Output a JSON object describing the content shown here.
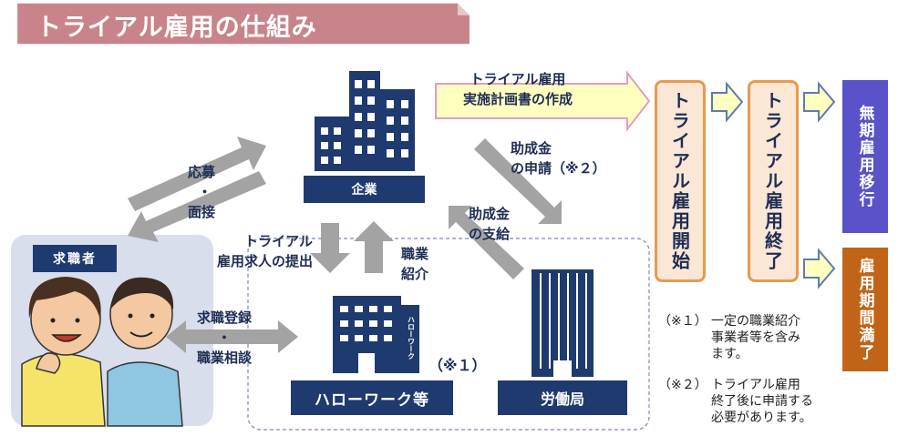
{
  "title": "トライアル雇用の仕組み",
  "labels": {
    "company": "企業",
    "hellowork": "ハローワーク等",
    "hellowork_sign": "ハローワーク",
    "labor_bureau": "労働局",
    "job_seeker": "求職者",
    "oubo_1": "応募",
    "oubo_2": "・",
    "oubo_3": "面接",
    "trial_req_1": "トライアル",
    "trial_req_2": "雇用求人の提出",
    "shokugyo_1": "職業",
    "shokugyo_2": "紹介",
    "josei_app_1": "助成金",
    "josei_app_2": "の申請（※２）",
    "josei_pay_1": "助成金",
    "josei_pay_2": "の支給",
    "register_1": "求職登録",
    "register_2": "・",
    "register_3": "職業相談",
    "note1_mark": "（※１）",
    "plan_1": "トライアル雇用",
    "plan_2": "実施計画書の作成",
    "trial_start": "トライアル雇用開始",
    "trial_end": "トライアル雇用終了",
    "indefinite": "無期雇用移行",
    "expiry": "雇用期間満了"
  },
  "notes": [
    {
      "mark": "（※１）",
      "line1": "一定の職業紹介",
      "line2": "事業者等を含み",
      "line3": "ます。"
    },
    {
      "mark": "（※２）",
      "line1": "トライアル雇用",
      "line2": "終了後に申請する",
      "line3": "必要があります。"
    }
  ],
  "colors": {
    "navy": "#1f3a6e",
    "title_banner": "#c8848a",
    "arrow_gray": "#a3a3a3",
    "step_fill": "#fbe7d6",
    "step_border": "#e89a4d",
    "yellow_fill": "#ffffc0",
    "pink_border": "#e59bc5",
    "purple": "#5a52c8",
    "orange": "#c26417",
    "seeker_bg": "#d9deec"
  }
}
